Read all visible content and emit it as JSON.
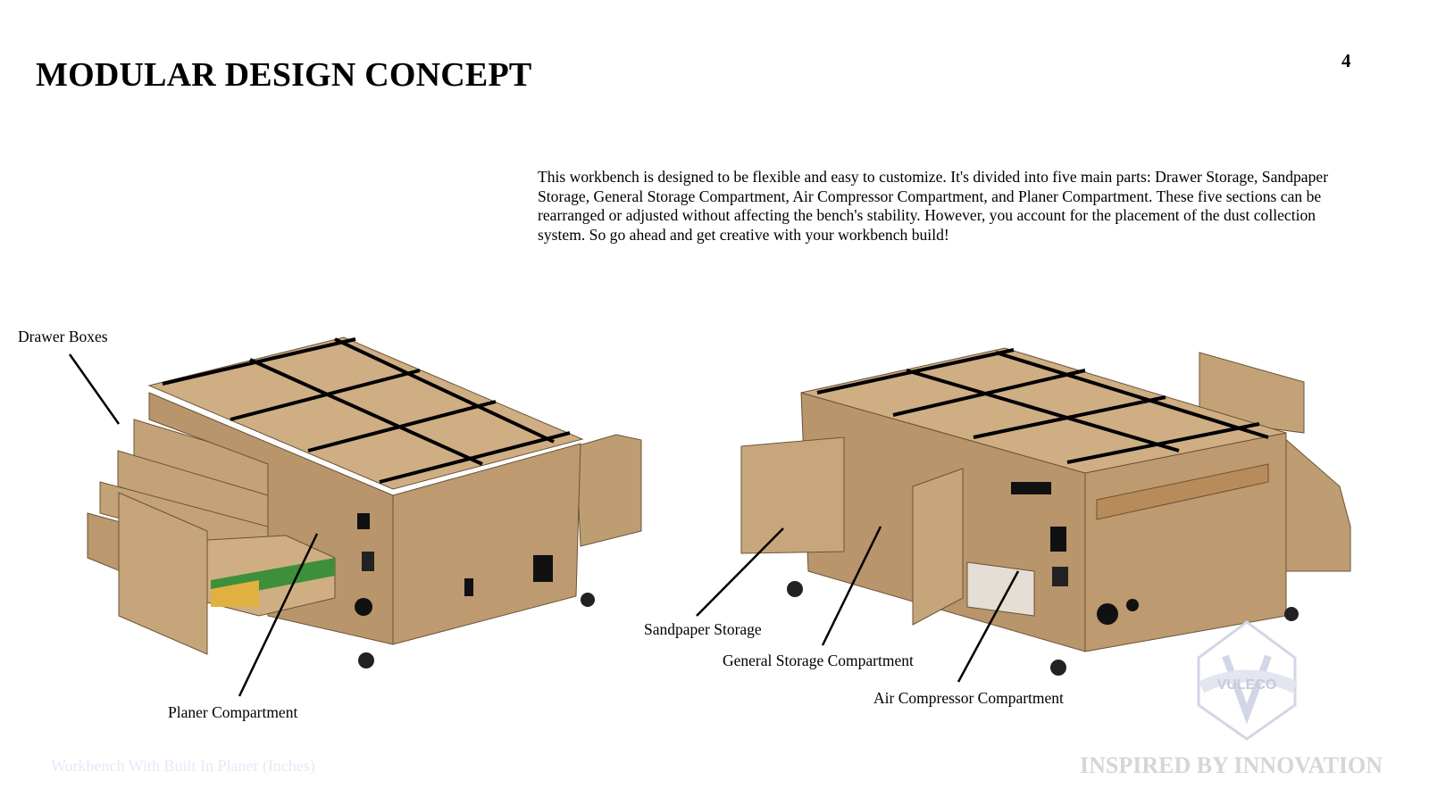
{
  "title": "MODULAR DESIGN CONCEPT",
  "page_number": "4",
  "description": "This workbench is designed to be flexible and easy to customize. It's divided into five main parts: Drawer Storage, Sandpaper Storage, General Storage Compartment, Air Compressor Compartment, and Planer Compartment. These five sections can be rearranged or adjusted without affecting the bench's stability. However, you account for the placement of the dust collection system. So go ahead and get creative with your workbench build!",
  "callouts": {
    "drawer_boxes": "Drawer Boxes",
    "planer_compartment": "Planer Compartment",
    "sandpaper_storage": "Sandpaper Storage",
    "general_storage": "General Storage Compartment",
    "air_compressor": "Air Compressor Compartment"
  },
  "logo_text": "VULECO",
  "footer": {
    "left": "Workbench With Built In Planer (Inches)",
    "right": "INSPIRED BY INNOVATION"
  }
}
